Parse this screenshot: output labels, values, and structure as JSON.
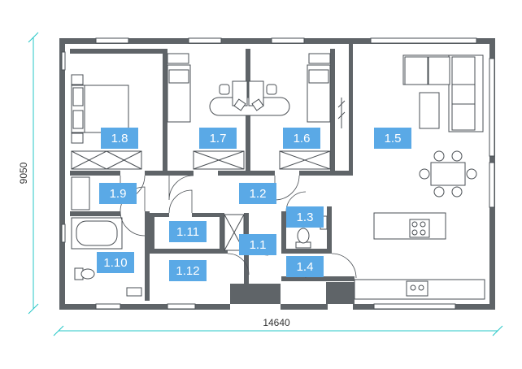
{
  "dimensions": {
    "width": "14640",
    "height": "9050"
  },
  "rooms": [
    {
      "id": "1.1"
    },
    {
      "id": "1.2"
    },
    {
      "id": "1.3"
    },
    {
      "id": "1.4"
    },
    {
      "id": "1.5"
    },
    {
      "id": "1.6"
    },
    {
      "id": "1.7"
    },
    {
      "id": "1.8"
    },
    {
      "id": "1.9"
    },
    {
      "id": "1.10"
    },
    {
      "id": "1.11"
    },
    {
      "id": "1.12"
    }
  ],
  "colors": {
    "label_bg": "#5aa9e6",
    "wall": "#5f6468",
    "dimension_line": "#25c7c7"
  }
}
